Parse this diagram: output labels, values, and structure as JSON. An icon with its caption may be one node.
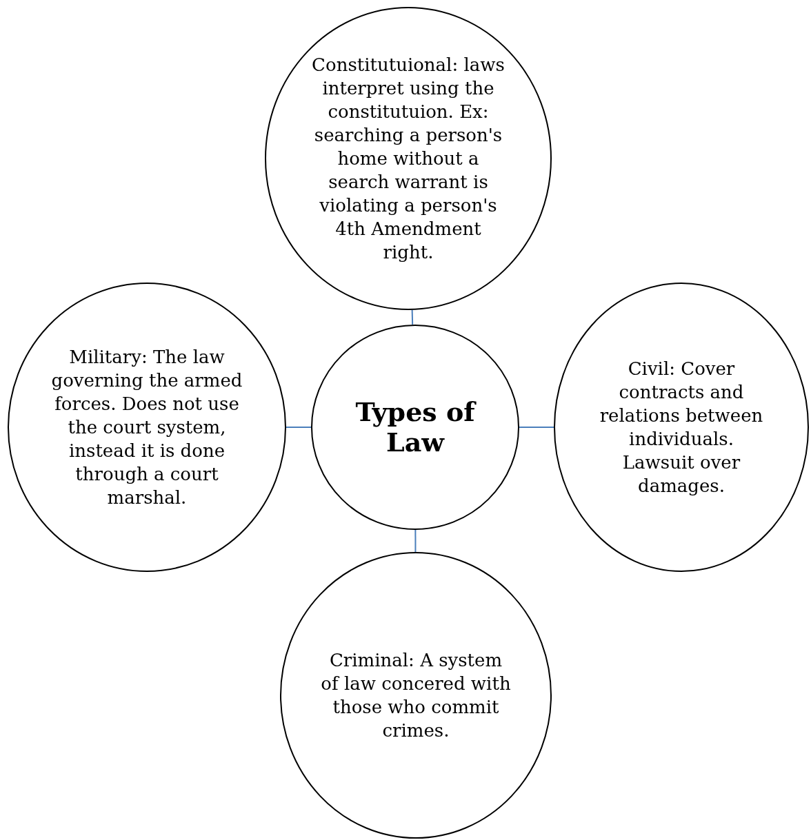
{
  "diagram": {
    "nodes": [
      {
        "text": [
          "Constitutuional: laws interpret using the constitutuion. Ex: searching a person's home without a search warrant is violating a person's 4th Amendment right."
        ]
      },
      {
        "text": [
          "Military: The law governing the armed forces. Does not use the court system, instead it is done through a court marshal."
        ]
      },
      {
        "text": [
          "Types of Law"
        ]
      },
      {
        "text": [
          "Civil: Cover contracts and relations between individuals. Lawsuit over damages."
        ]
      },
      {
        "text": [
          "Criminal: A system of law concered with those who commit crimes."
        ]
      }
    ],
    "edges": [
      {
        "from": 2,
        "to": 0,
        "arrow": "none"
      },
      {
        "from": 2,
        "to": 1,
        "arrow": "none"
      },
      {
        "from": 2,
        "to": 3,
        "arrow": "none"
      },
      {
        "from": 2,
        "to": 4,
        "arrow": "none"
      }
    ]
  }
}
